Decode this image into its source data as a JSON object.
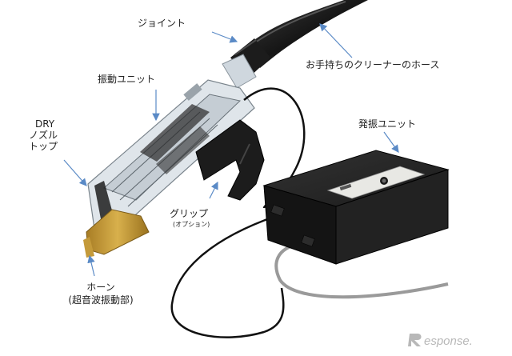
{
  "labels": {
    "joint": "ジョイント",
    "hose": "お手持ちのクリーナーのホース",
    "vibration_unit": "振動ユニット",
    "dry_line1": "DRY",
    "dry_line2": "ノズル",
    "dry_line3": "トップ",
    "oscillation_unit": "発振ユニット",
    "grip": "グリップ",
    "grip_option": "(オプション)",
    "horn": "ホーン",
    "horn_detail": "(超音波振動部)"
  },
  "watermark": {
    "text": "Response."
  },
  "colors": {
    "arrow": "#5a8ac6",
    "device_black": "#1a1a1a",
    "clear_plastic": "#d6dde4",
    "brass_tip": "#c49a3a",
    "cable_grey": "#9a9a9a",
    "label_panel": "#e8e8e4"
  }
}
